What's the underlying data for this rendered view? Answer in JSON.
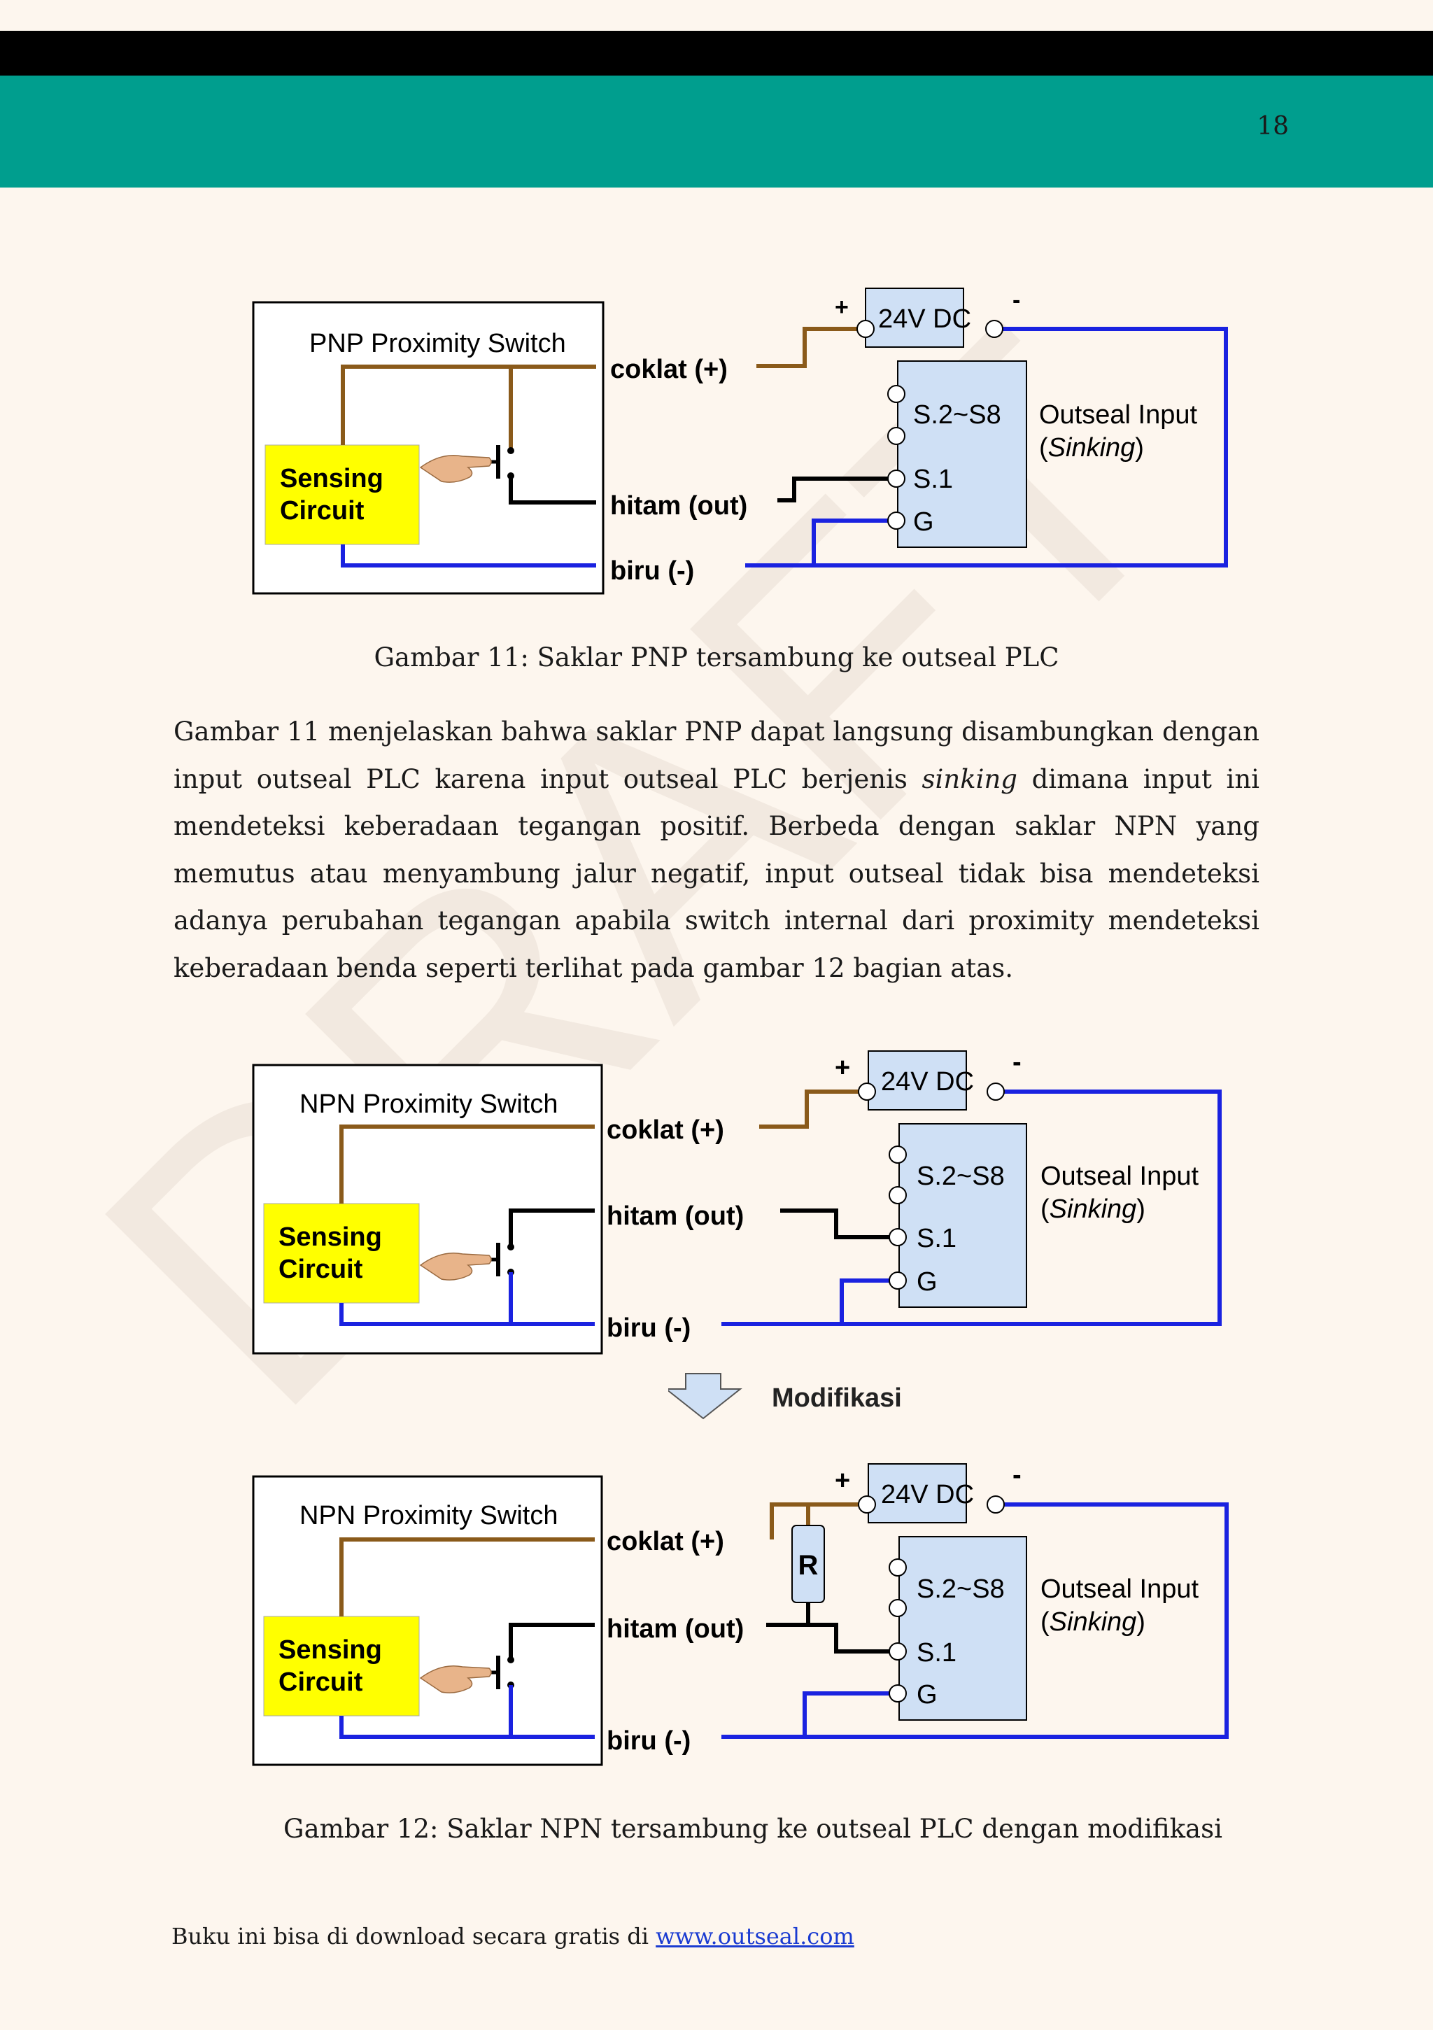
{
  "header": {
    "page_number": "18"
  },
  "watermark": {
    "text": "DRAFT"
  },
  "figure1": {
    "title": "PNP Proximity Switch",
    "sensing_line1": "Sensing",
    "sensing_line2": "Circuit",
    "wire_brown": "coklat (+)",
    "wire_black": "hitam (out)",
    "wire_blue": "biru (-)",
    "supply": "24V DC",
    "plus": "+",
    "minus": "-",
    "terminal_s2s8": "S.2~S8",
    "terminal_s1": "S.1",
    "terminal_g": "G",
    "input_label": "Outseal Input",
    "input_paren_open": "(",
    "input_sinking": "Sinking",
    "input_paren_close": ")",
    "caption": "Gambar 11: Saklar PNP tersambung ke outseal PLC"
  },
  "paragraph": {
    "part1": "Gambar 11 menjelaskan bahwa saklar PNP dapat langsung disambungkan dengan input outseal PLC karena input outseal PLC berjenis ",
    "italic": "sinking",
    "part2": " dimana input ini mendeteksi keberadaan tegangan positif. Berbeda dengan saklar NPN yang memutus atau menyambung jalur negatif, input outseal tidak bisa mendeteksi adanya perubahan tegangan apabila switch internal dari proximity mendeteksi keberadaan benda seperti terlihat pada gambar 12 bagian atas."
  },
  "figure2": {
    "top": {
      "title": "NPN Proximity Switch",
      "sensing_line1": "Sensing",
      "sensing_line2": "Circuit",
      "wire_brown": "coklat (+)",
      "wire_black": "hitam (out)",
      "wire_blue": "biru (-)",
      "supply": "24V DC",
      "plus": "+",
      "minus": "-",
      "terminal_s2s8": "S.2~S8",
      "terminal_s1": "S.1",
      "terminal_g": "G",
      "input_label": "Outseal Input",
      "input_paren_open": "(",
      "input_sinking": "Sinking",
      "input_paren_close": ")"
    },
    "modification_label": "Modifikasi",
    "bottom": {
      "title": "NPN Proximity Switch",
      "sensing_line1": "Sensing",
      "sensing_line2": "Circuit",
      "wire_brown": "coklat (+)",
      "wire_black": "hitam (out)",
      "wire_blue": "biru (-)",
      "supply": "24V DC",
      "plus": "+",
      "minus": "-",
      "resistor": "R",
      "terminal_s2s8": "S.2~S8",
      "terminal_s1": "S.1",
      "terminal_g": "G",
      "input_label": "Outseal Input",
      "input_paren_open": "(",
      "input_sinking": "Sinking",
      "input_paren_close": ")"
    },
    "caption": "Gambar 12: Saklar NPN tersambung ke outseal PLC dengan modifikasi"
  },
  "footer": {
    "text": "Buku ini bisa di download secara gratis di ",
    "link": "www.outseal.com"
  },
  "colors": {
    "teal": "#009e8e",
    "brown_wire": "#8a5a1a",
    "blue_wire": "#1a22e0",
    "black_wire": "#000000",
    "sensing_fill": "#ffff00",
    "plc_fill": "#cfe0f5",
    "page_bg": "#fdf6ee"
  }
}
